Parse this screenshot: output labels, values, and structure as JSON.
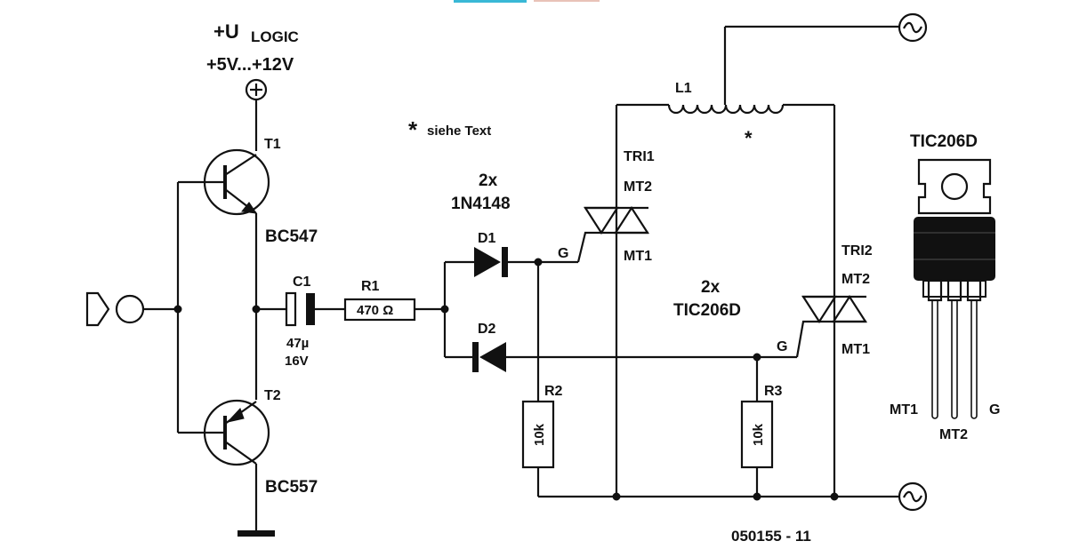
{
  "supply": {
    "label_u": "+U",
    "label_sub": "LOGIC",
    "range": "+5V...+12V"
  },
  "transistors": {
    "t1_name": "T1",
    "t1_type": "BC547",
    "t2_name": "T2",
    "t2_type": "BC557"
  },
  "capacitor": {
    "name": "C1",
    "value1": "47µ",
    "value2": "16V"
  },
  "r1": {
    "name": "R1",
    "value": "470 Ω"
  },
  "diodes": {
    "count": "2x",
    "type": "1N4148",
    "d1": "D1",
    "d2": "D2"
  },
  "r2": {
    "name": "R2",
    "value": "10k"
  },
  "r3": {
    "name": "R3",
    "value": "10k"
  },
  "triacs": {
    "count": "2x",
    "type": "TIC206D",
    "tri1": "TRI1",
    "tri2": "TRI2",
    "mt2": "MT2",
    "mt1": "MT1",
    "gate": "G"
  },
  "inductor": {
    "name": "L1",
    "star": "*"
  },
  "note": {
    "star": "*",
    "text": "siehe Text"
  },
  "package": {
    "title": "TIC206D",
    "pin_mt1": "MT1",
    "pin_mt2": "MT2",
    "pin_g": "G"
  },
  "drawing_no": "050155 - 11"
}
